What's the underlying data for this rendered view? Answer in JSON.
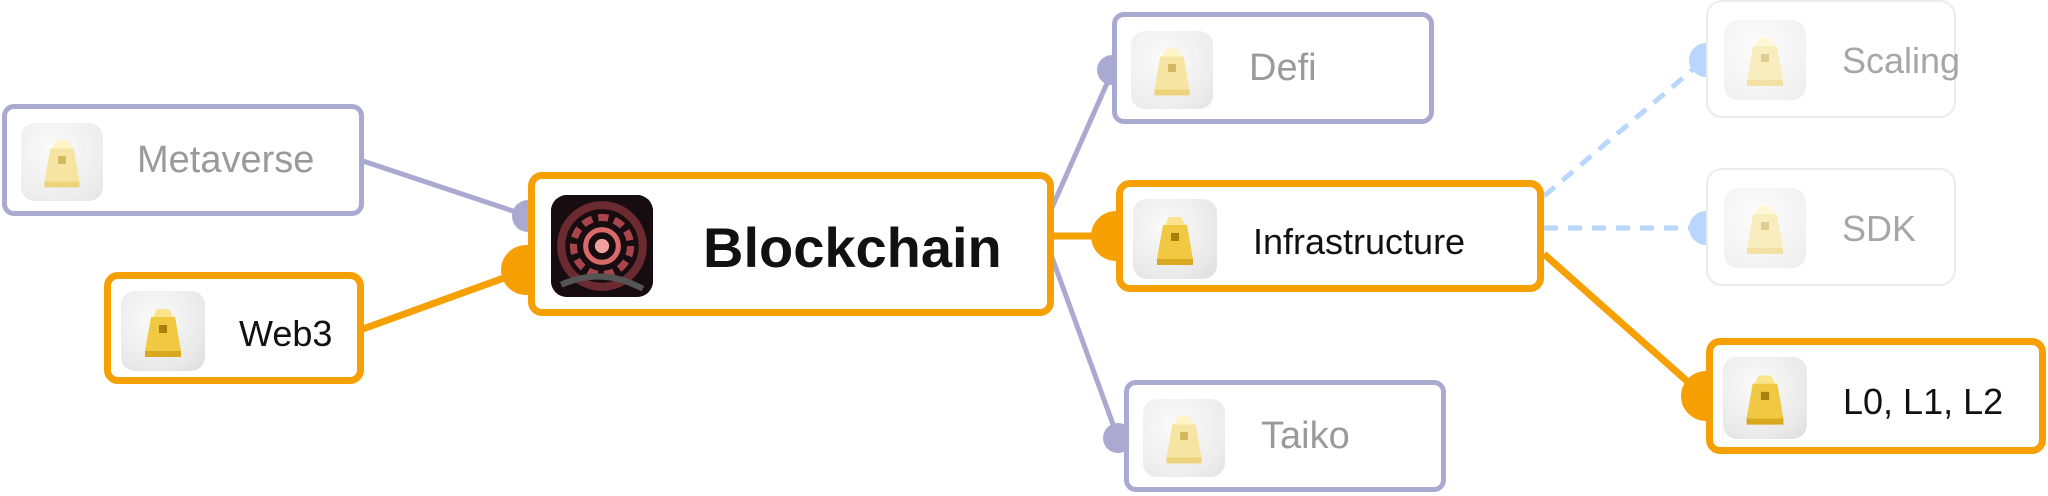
{
  "colors": {
    "accent": "#f7a004",
    "secondary_link": "#a9a9d2",
    "dashed_link": "#b9d6ff",
    "muted_text": "#9a9a9a",
    "dark_text": "#111111"
  },
  "icons": {
    "box": "golden-box-icon",
    "root": "abstract-spiral-avatar-icon"
  },
  "nodes": {
    "root": {
      "label": "Blockchain"
    },
    "metaverse": {
      "label": "Metaverse"
    },
    "web3": {
      "label": "Web3"
    },
    "defi": {
      "label": "Defi"
    },
    "infrastructure": {
      "label": "Infrastructure"
    },
    "taiko": {
      "label": "Taiko"
    },
    "scaling": {
      "label": "Scaling"
    },
    "sdk": {
      "label": "SDK"
    },
    "layers": {
      "label": "L0, L1, L2"
    }
  }
}
